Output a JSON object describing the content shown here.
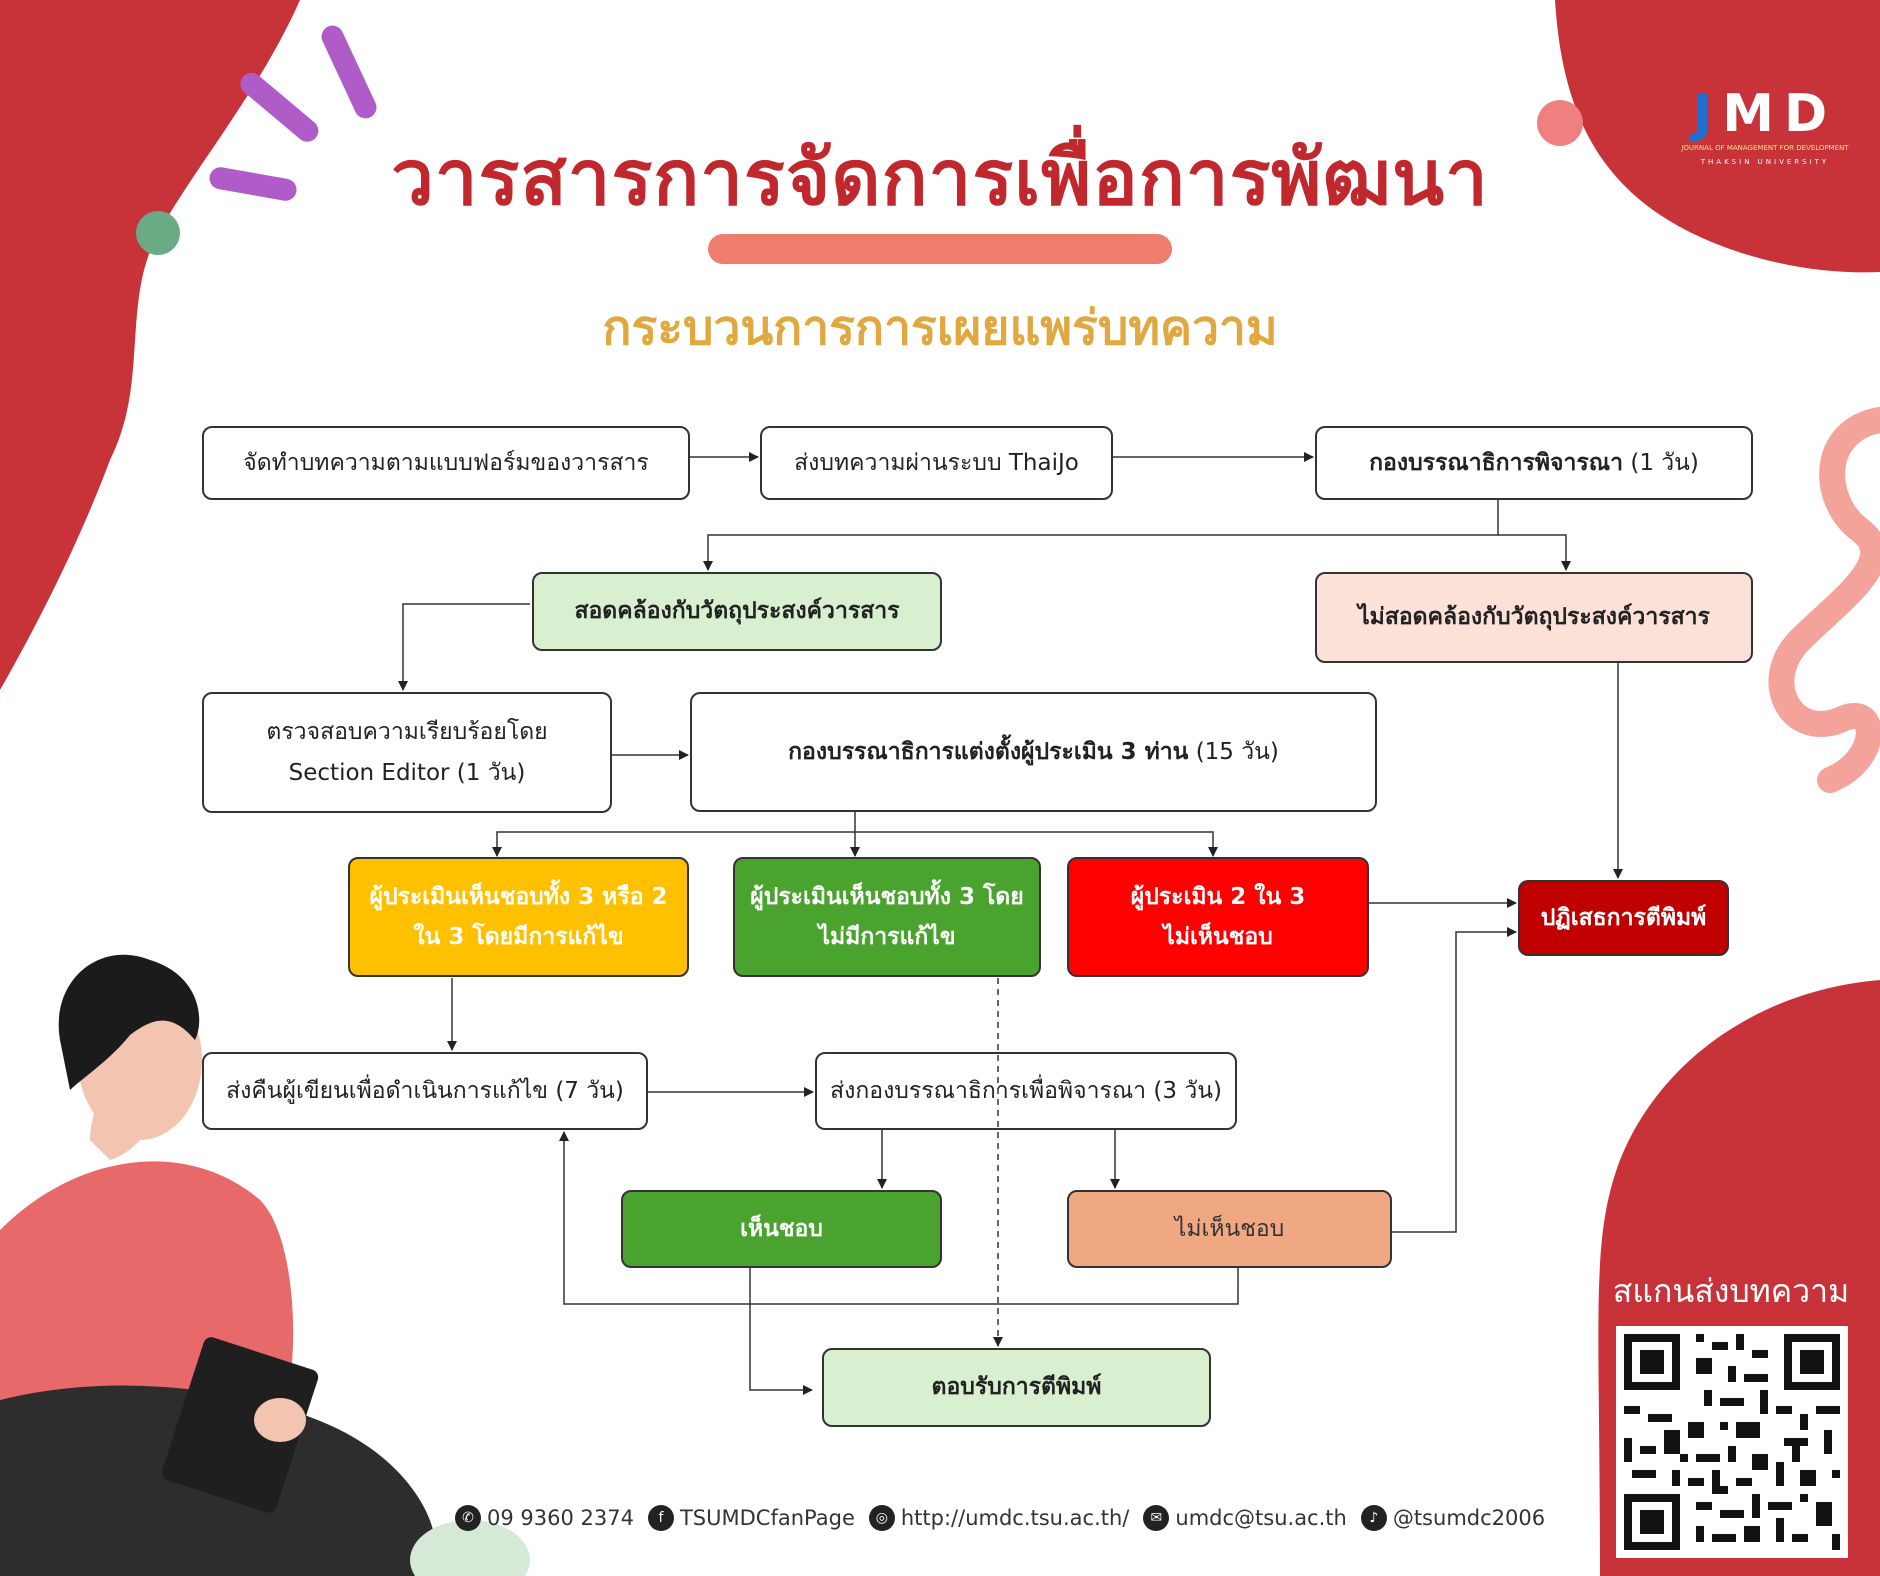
{
  "header": {
    "title": "วารสารการจัดการเพื่อการพัฒนา",
    "subtitle": "กระบวนการการเผยแพร่บทความ"
  },
  "logo": {
    "letters": [
      "J",
      "M",
      "D"
    ],
    "line1": "JOURNAL OF MANAGEMENT FOR DEVELOPMENT",
    "line2": "THAKSIN UNIVERSITY"
  },
  "flow": {
    "prepare": "จัดทำบทความตามแบบฟอร์มของวารสาร",
    "submit": "ส่งบทความผ่านระบบ ThaiJo",
    "editorial_review": {
      "bold": "กองบรรณาธิการพิจารณา",
      "rest": " (1 วัน)"
    },
    "in_scope": "สอดคล้องกับวัตถุประสงค์วารสาร",
    "out_of_scope": "ไม่สอดคล้องกับวัตถุประสงค์วารสาร",
    "section_check": {
      "line1": "ตรวจสอบความเรียบร้อยโดย",
      "line2": "Section Editor (1 วัน)"
    },
    "assign_reviewers": {
      "bold": "กองบรรณาธิการแต่งตั้งผู้ประเมิน 3 ท่าน",
      "rest": " (15 วัน)"
    },
    "agree_with_revision": {
      "line1": "ผู้ประเมินเห็นชอบทั้ง 3 หรือ 2",
      "line2": "ใน 3 โดยมีการแก้ไข"
    },
    "agree_no_revision": {
      "line1": "ผู้ประเมินเห็นชอบทั้ง 3 โดย",
      "line2": "ไม่มีการแก้ไข"
    },
    "disagree": {
      "line1": "ผู้ประเมิน 2 ใน 3",
      "line2": "ไม่เห็นชอบ"
    },
    "reject": "ปฏิเสธการตีพิมพ์",
    "return_author": "ส่งคืนผู้เขียนเพื่อดำเนินการแก้ไข (7 วัน)",
    "send_editorial": "ส่งกองบรรณาธิการเพื่อพิจารณา (3 วัน)",
    "approve": "เห็นชอบ",
    "not_approve": "ไม่เห็นชอบ",
    "accept": "ตอบรับการตีพิมพ์"
  },
  "qr": {
    "label": "สแกนส่งบทความ"
  },
  "footer": {
    "phone": "09  9360  2374",
    "facebook": "TSUMDCfanPage",
    "website": "http://umdc.tsu.ac.th/",
    "email": "umdc@tsu.ac.th",
    "tiktok": "@tsumdc2006"
  },
  "colors": {
    "title": "#c0282e",
    "subtitle": "#e0a83e",
    "blob": "#c8333a",
    "yellow_box": "#ffc000",
    "green_box": "#4aa32e",
    "red_box": "#ff0000",
    "reject_box": "#c00000"
  }
}
